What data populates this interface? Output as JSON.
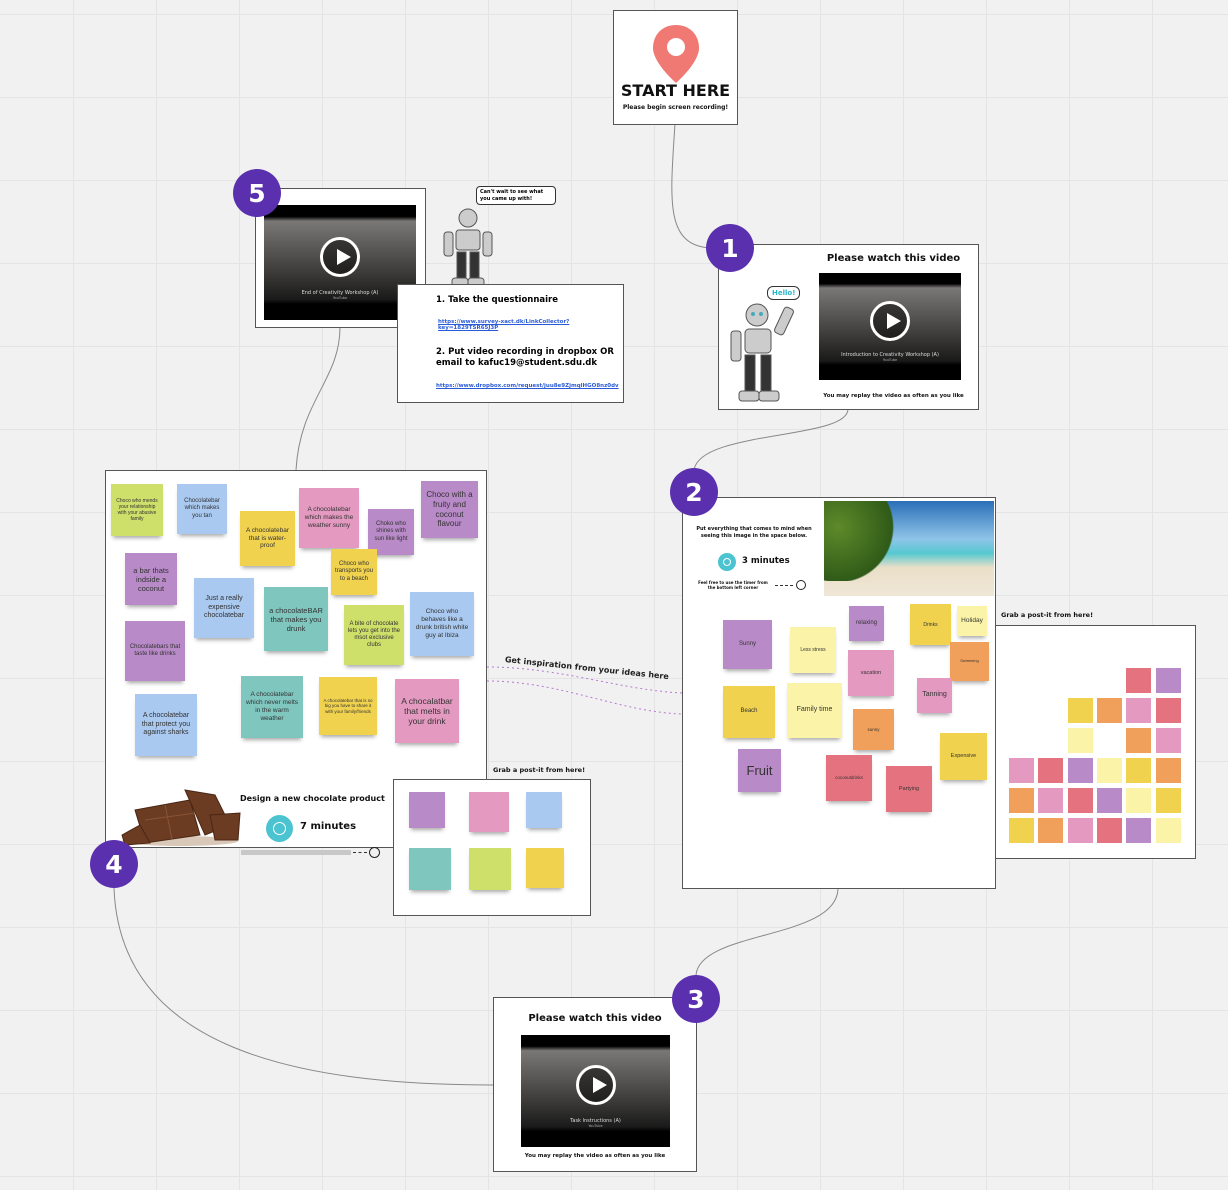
{
  "start": {
    "title": "START HERE",
    "subtitle": "Please begin screen recording!",
    "pin_color": "#f07a73"
  },
  "badges": {
    "one": "1",
    "two": "2",
    "three": "3",
    "four": "4",
    "five": "5",
    "color": "#5b30ae"
  },
  "step1": {
    "title": "Please watch this video",
    "bubble": "Hello!",
    "video_title": "Introduction to Creativity Workshop (A)",
    "video_source": "YouTube",
    "caption": "You may replay the video as often as you like"
  },
  "step2": {
    "instruction": "Put everything that comes to mind when seeing this image in the space below.",
    "timer": "3 minutes",
    "timer_hint": "Feel free to use the timer from the bottom left corner",
    "grab_label": "Grab a post-it from here!",
    "notes": [
      {
        "text": "Sunny",
        "color": "#b98ac8"
      },
      {
        "text": "Less stress",
        "color": "#fbf4a8"
      },
      {
        "text": "relaxing",
        "color": "#b98ac8"
      },
      {
        "text": "Drinks",
        "color": "#f0d24e"
      },
      {
        "text": "Holiday",
        "color": "#fbf4a8"
      },
      {
        "text": "vacation",
        "color": "#e49ac0"
      },
      {
        "text": "Swimming",
        "color": "#f0a05a"
      },
      {
        "text": "Tanning",
        "color": "#e49ac0"
      },
      {
        "text": "Beach",
        "color": "#f0d24e"
      },
      {
        "text": "Family time",
        "color": "#fbf4a8"
      },
      {
        "text": "sunny",
        "color": "#f0a05a"
      },
      {
        "text": "Expensive",
        "color": "#f0d24e"
      },
      {
        "text": "Fruit",
        "color": "#b98ac8"
      },
      {
        "text": "coconutdrinks",
        "color": "#e4737f"
      },
      {
        "text": "Partying",
        "color": "#e4737f"
      }
    ],
    "palette_grid": [
      [
        "",
        "",
        "",
        "",
        "#e4737f",
        "#b98ac8"
      ],
      [
        "",
        "",
        "#f0d24e",
        "#f0a05a",
        "#e49ac0",
        "#e4737f"
      ],
      [
        "",
        "",
        "#fbf4a8",
        "",
        "#f0a05a",
        "#e49ac0"
      ],
      [
        "#e49ac0",
        "#e4737f",
        "#b98ac8",
        "#fbf4a8",
        "#f0d24e",
        "#f0a05a"
      ],
      [
        "#f0a05a",
        "#e49ac0",
        "#e4737f",
        "#b98ac8",
        "#fbf4a8",
        "#f0d24e"
      ],
      [
        "#f0d24e",
        "#f0a05a",
        "#e49ac0",
        "#e4737f",
        "#b98ac8",
        "#fbf4a8"
      ]
    ]
  },
  "connector_label": "Get inspiration from your ideas here",
  "step3": {
    "title": "Please watch this video",
    "video_title": "Task Instructions (A)",
    "video_source": "YouTube",
    "caption": "You may replay the video as often as you like"
  },
  "step4": {
    "title": "Design a new chocolate product",
    "timer": "7 minutes",
    "grab_label": "Grab a post-it from here!",
    "notes": [
      {
        "text": "Choco who mends your relationship with your abusive family",
        "color": "#cee06a"
      },
      {
        "text": "Chocolatebar which makes you tan",
        "color": "#a9c9f0"
      },
      {
        "text": "A chocolatebar that is water-proof",
        "color": "#f0d24e"
      },
      {
        "text": "A chocolatebar which makes the weather sunny",
        "color": "#e49ac0"
      },
      {
        "text": "Choko who shines with sun like light",
        "color": "#b98ac8"
      },
      {
        "text": "Choco with a fruity and coconut flavour",
        "color": "#b98ac8"
      },
      {
        "text": "a bar thats indside a coconut",
        "color": "#b98ac8"
      },
      {
        "text": "Choco who transports you to a beach",
        "color": "#f0d24e"
      },
      {
        "text": "Just a really expensive chocolatebar",
        "color": "#a9c9f0"
      },
      {
        "text": "a chocolateBAR that makes you drunk",
        "color": "#7fc6bf"
      },
      {
        "text": "A bite of chocolate lets you get into the msot exclusive clubs",
        "color": "#cee06a"
      },
      {
        "text": "Choco who behaves like a drunk british white guy at Ibiza",
        "color": "#a9c9f0"
      },
      {
        "text": "Chocolatebars that taste like drinks",
        "color": "#b98ac8"
      },
      {
        "text": "A chocolatebar that protect you against sharks",
        "color": "#a9c9f0"
      },
      {
        "text": "A chocolatebar which never melts in the warm weather",
        "color": "#7fc6bf"
      },
      {
        "text": "A chocolatebar that is so big you have to share it with your family/friends",
        "color": "#f0d24e"
      },
      {
        "text": "A chocalatbar that melts in your drink",
        "color": "#e49ac0"
      }
    ],
    "palette": [
      "#b98ac8",
      "#e49ac0",
      "#a9c9f0",
      "#7fc6bf",
      "#cee06a",
      "#f0d24e"
    ]
  },
  "step5": {
    "video_title": "End of Creativity Workshop (A)",
    "video_source": "YouTube",
    "bubble": "Can't wait to see what you came up with!",
    "task1": "1. Take the questionnaire",
    "link1": "https://www.survey-xact.dk/LinkCollector?key=1829TSR65J3P",
    "task2": "2. Put video recording in dropbox OR email to kafuc19@student.sdu.dk",
    "link2": "https://www.dropbox.com/request/juu8e9ZjmqlHGO8nz0dv"
  }
}
